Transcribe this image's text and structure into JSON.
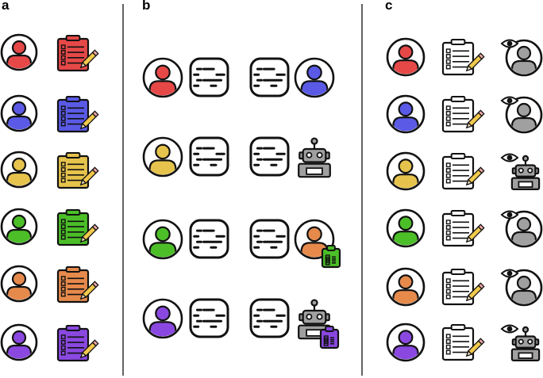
{
  "panels": [
    {
      "label": "a",
      "rows": [
        {
          "person_color": "#e64848",
          "clipboard_color": "#e64848"
        },
        {
          "person_color": "#5a5ae6",
          "clipboard_color": "#5a5ae6"
        },
        {
          "person_color": "#e6c34c",
          "clipboard_color": "#e6c34c"
        },
        {
          "person_color": "#4cbf28",
          "clipboard_color": "#4cbf28"
        },
        {
          "person_color": "#e68a4c",
          "clipboard_color": "#e68a4c"
        },
        {
          "person_color": "#8a48e0",
          "clipboard_color": "#8a48e0"
        }
      ]
    },
    {
      "label": "b",
      "rows": [
        {
          "speaker_color": "#e64848",
          "listener": "person",
          "listener_color": "#5a5ae6",
          "badge": "none"
        },
        {
          "speaker_color": "#e6c34c",
          "listener": "robot",
          "listener_color": "#a0a0a0",
          "badge": "none"
        },
        {
          "speaker_color": "#4cbf28",
          "listener": "person",
          "listener_color": "#e68a4c",
          "badge": "green-clipboard"
        },
        {
          "speaker_color": "#8a48e0",
          "listener": "robot",
          "listener_color": "#a0a0a0",
          "badge": "purple-clipboard"
        }
      ]
    },
    {
      "label": "c",
      "rows": [
        {
          "person_color": "#e64848",
          "observer": "person"
        },
        {
          "person_color": "#5a5ae6",
          "observer": "person"
        },
        {
          "person_color": "#e6c34c",
          "observer": "robot"
        },
        {
          "person_color": "#4cbf28",
          "observer": "person"
        },
        {
          "person_color": "#e68a4c",
          "observer": "person"
        },
        {
          "person_color": "#8a48e0",
          "observer": "robot"
        }
      ]
    }
  ],
  "colors": {
    "outline": "#111111",
    "robot_gray": "#a0a0a0",
    "observer_gray": "#a0a0a0",
    "blank_clipboard": "#ffffff",
    "pencil_body": "#f2c94c",
    "pencil_tip": "#f2a8a8",
    "green_badge": "#4cbf28",
    "purple_badge": "#8a48e0"
  },
  "icons": [
    "person-icon",
    "clipboard-checklist-icon",
    "pencil-icon",
    "speech-bubble-icon",
    "robot-icon",
    "eye-icon"
  ]
}
